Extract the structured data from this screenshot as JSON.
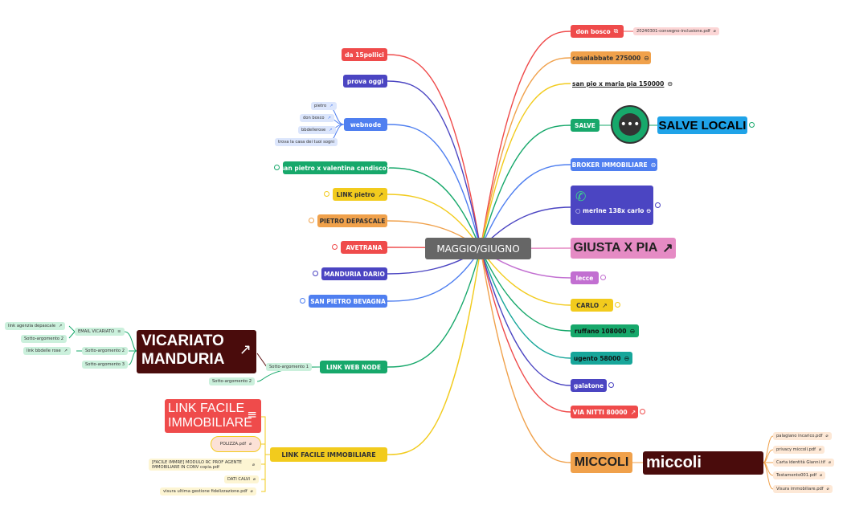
{
  "center": {
    "label": "MAGGIO/GIUGNO"
  },
  "left_branches": [
    {
      "label": "da 15pollici",
      "color": "#ef4b4b"
    },
    {
      "label": "prova oggi",
      "color": "#4b45c2"
    },
    {
      "label": "webnode",
      "color": "#4f7ff0"
    },
    {
      "label": "san pietro x valentina candisco?",
      "color": "#17a86b"
    },
    {
      "label": "LINK pietro",
      "color": "#f2cb1d"
    },
    {
      "label": "PIETRO DEPASCALE",
      "color": "#f0a14b"
    },
    {
      "label": "AVETRANA",
      "color": "#ef4b4b"
    },
    {
      "label": "MANDURIA DARIO",
      "color": "#4b45c2"
    },
    {
      "label": "SAN PIETRO BEVAGNA",
      "color": "#4f7ff0"
    },
    {
      "label": "LINK WEB NODE",
      "color": "#17a86b"
    },
    {
      "label": "LINK FACILE IMMOBILIARE",
      "color": "#f2cb1d"
    }
  ],
  "webnode_children": [
    "pietro",
    "don bosco",
    "bbdellerose",
    "trova la casa dei tuoi sogni"
  ],
  "link_web_node": {
    "topic1": "Sotto-argomento 1",
    "topic2": "Sotto-argomento 2",
    "vicariato": "VICARIATO MANDURIA",
    "vic_children": [
      "EMAIL VICARIATO",
      "Sotto-argomento 2",
      "Sotto-argomento 3"
    ],
    "email_child": "link agenzia depascale",
    "sub2_child": "link bbdelle rose"
  },
  "facile": {
    "title": "LINK FACILE IMMOBILIARE",
    "files": [
      "POLIZZA.pdf",
      "[FACILE IMMRE] MODULO RC PROF AGENTE IMMOBILIARE IN CONV copia.pdf",
      "DATI CALVI",
      "visura ultima gestione fidelizzazione.pdf"
    ]
  },
  "right_branches": [
    {
      "label": "don bosco",
      "color": "#ef4b4b"
    },
    {
      "label": "casalabbate 275000",
      "color": "#f0a14b"
    },
    {
      "label": "san pio x maria pia 150000",
      "color": "#f2cb1d"
    },
    {
      "label": "SALVE",
      "color": "#17a86b"
    },
    {
      "label": "BROKER IMMOBILIARE",
      "color": "#4f7ff0"
    },
    {
      "label": "merine 138x carlo",
      "color": "#4b45c2"
    },
    {
      "label": "GIUSTA X PIA",
      "color": "#e58bc4"
    },
    {
      "label": "lecce",
      "color": "#c26fd1"
    },
    {
      "label": "CARLO",
      "color": "#f2cb1d"
    },
    {
      "label": "ruffano 108000",
      "color": "#17a86b"
    },
    {
      "label": "ugento 58000",
      "color": "#17a69a"
    },
    {
      "label": "galatone",
      "color": "#4b45c2"
    },
    {
      "label": "VIA NITTI 80000",
      "color": "#ef4b4b"
    },
    {
      "label": "MICCOLI",
      "color": "#f0a14b"
    }
  ],
  "don_bosco_file": "20240301-convegno-inclusione.pdf",
  "salve_locali": "SALVE LOCALI",
  "miccoli": {
    "title": "miccoli",
    "files": [
      "palagiano incarico.pdf",
      "privacy miccoli.pdf",
      "Carta identità Gianni.tif",
      "Testamento001.pdf",
      "Visura immobiliare.pdf"
    ]
  }
}
